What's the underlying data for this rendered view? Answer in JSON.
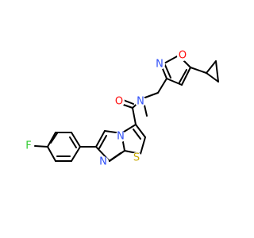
{
  "molecule": {
    "atoms": [
      {
        "id": "F",
        "label": "F",
        "color": "#33cc33"
      },
      {
        "id": "N_im",
        "label": "N",
        "color": "#3050f8"
      },
      {
        "id": "N_br",
        "label": "N",
        "color": "#3050f8"
      },
      {
        "id": "S",
        "label": "S",
        "color": "#c8a800"
      },
      {
        "id": "O_co",
        "label": "O",
        "color": "#ff0d0d"
      },
      {
        "id": "N_am",
        "label": "N",
        "color": "#3050f8"
      },
      {
        "id": "N_is",
        "label": "N",
        "color": "#3050f8"
      },
      {
        "id": "O_is",
        "label": "O",
        "color": "#ff0d0d"
      }
    ],
    "bond_color": "#000000"
  }
}
